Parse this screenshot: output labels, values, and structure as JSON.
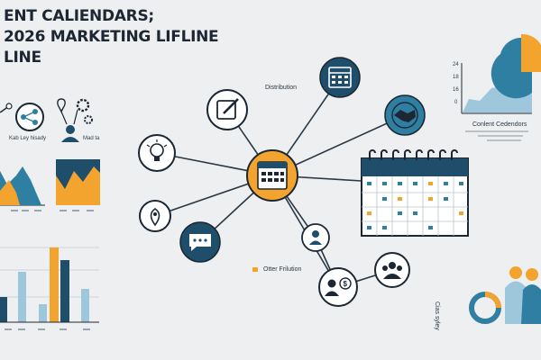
{
  "headline": {
    "line1": "ENT CALIENDARS;",
    "line2": "2026 MARKETING LIFLINE",
    "line3": "LINE"
  },
  "labels": {
    "distribution": "Distribution",
    "other_fritution": "Otter Frilution",
    "content_calendars": "Conlent Cedendors",
    "social_left": "Kab Ley hisady",
    "social_right": "Mad ta",
    "corner_text": "Cias syley"
  },
  "mini_chart_ticks": [
    "24",
    "18",
    "16",
    "0"
  ],
  "icons": [
    "edit-icon",
    "calendar-grid-icon",
    "handshake-icon",
    "lightbulb-icon",
    "location-pin-icon",
    "chat-bubble-icon",
    "user-icon",
    "money-person-icon",
    "team-icon",
    "share-icon",
    "gear-person-icon"
  ],
  "colors": {
    "accent_orange": "#f2a42e",
    "navy": "#1f4e6b",
    "teal": "#2f7fa3",
    "light_blue": "#9ec7dc",
    "background": "#eeeff0"
  }
}
